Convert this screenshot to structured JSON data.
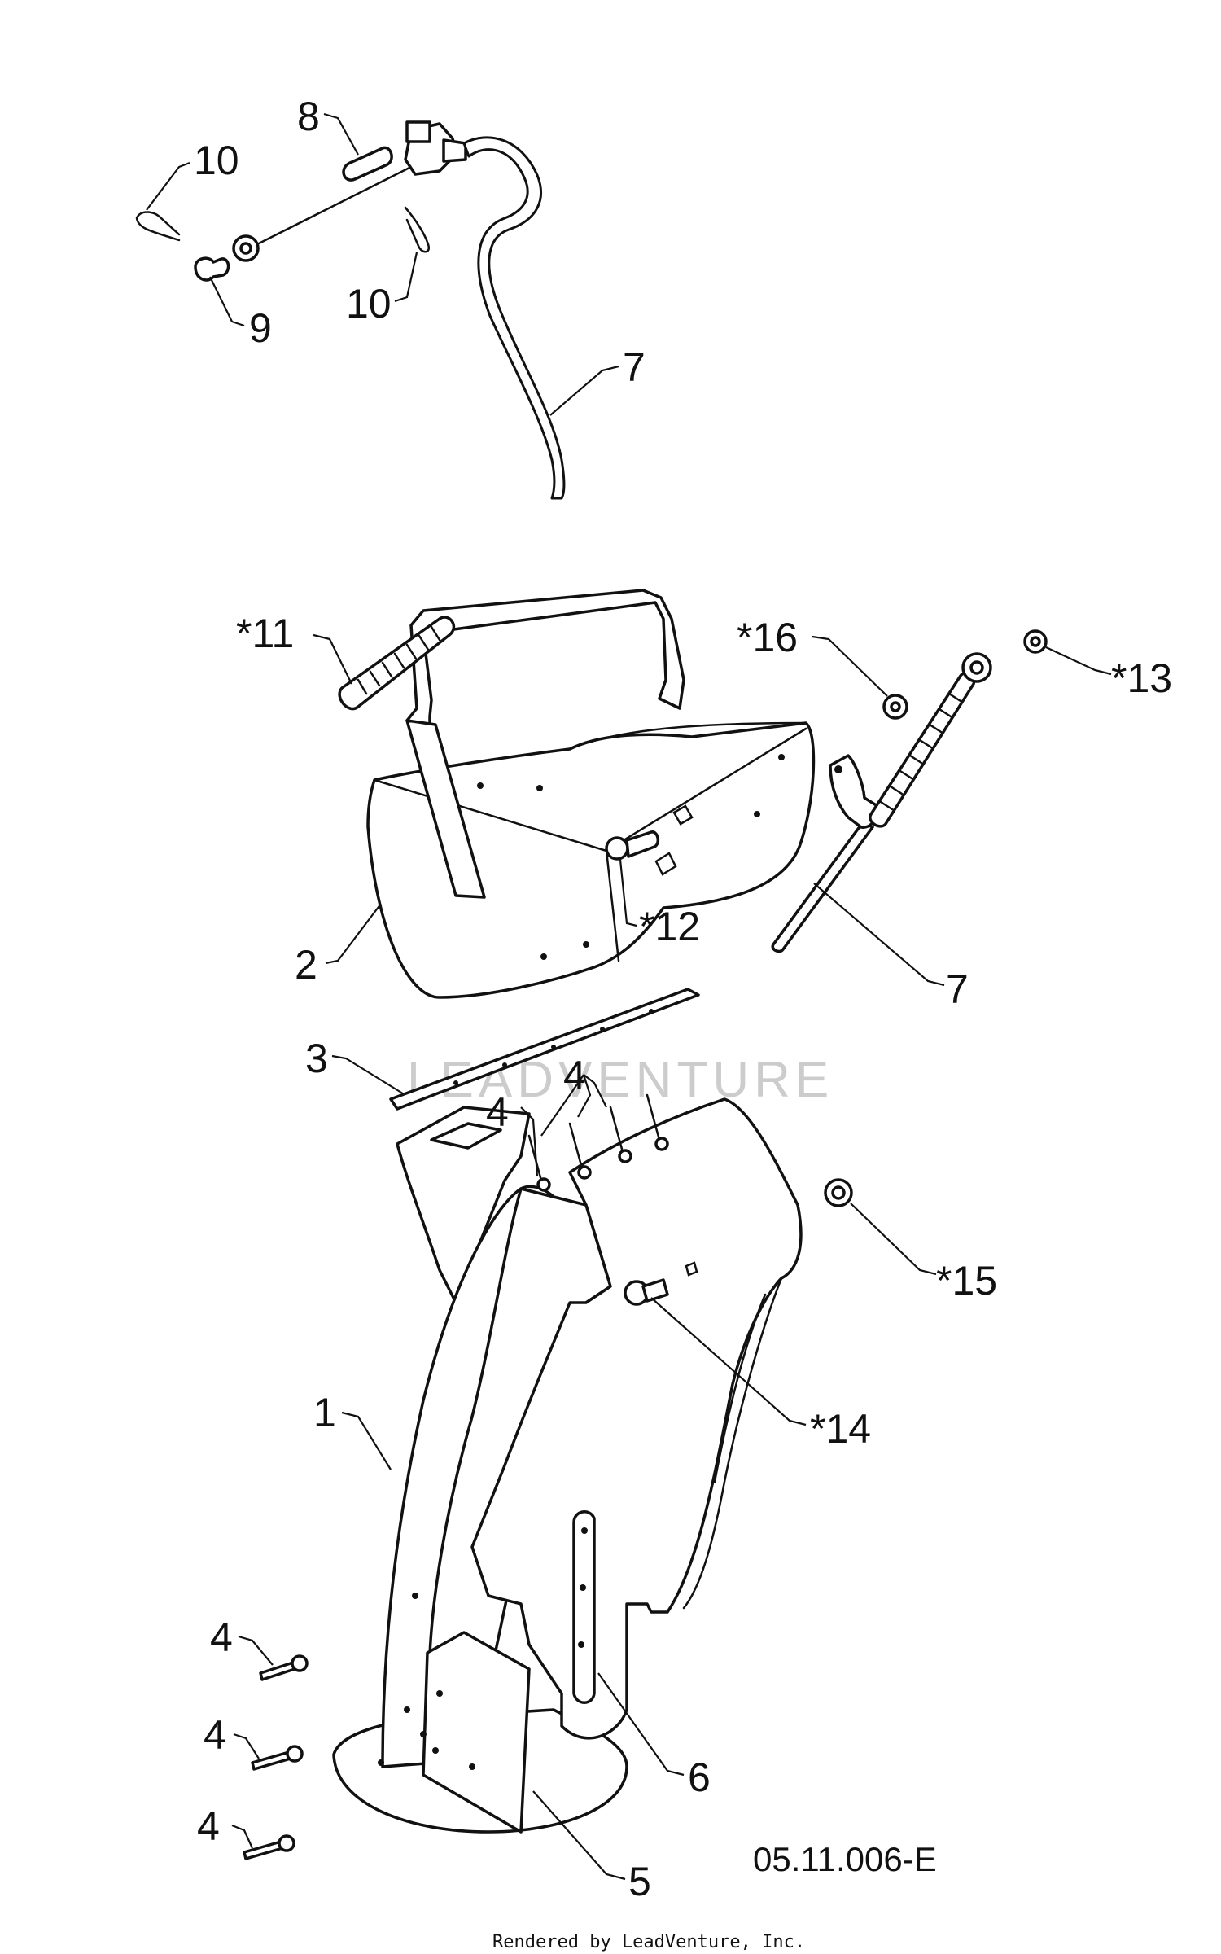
{
  "diagram": {
    "reference_code": "05.11.006-E",
    "credit": "Rendered by LeadVenture, Inc.",
    "watermark": "LEADVENTURE",
    "callouts": {
      "c10a": "10",
      "c8": "8",
      "c9": "9",
      "c10b": "10",
      "c7a": "7",
      "c11": "*11",
      "c16": "*16",
      "c13": "*13",
      "c12": "*12",
      "c2": "2",
      "c7b": "7",
      "c3": "3",
      "c4a": "4",
      "c4b": "4",
      "c15": "*15",
      "c1": "1",
      "c14": "*14",
      "c4c": "4",
      "c4d": "4",
      "c4e": "4",
      "c6": "6",
      "c5": "5"
    }
  }
}
